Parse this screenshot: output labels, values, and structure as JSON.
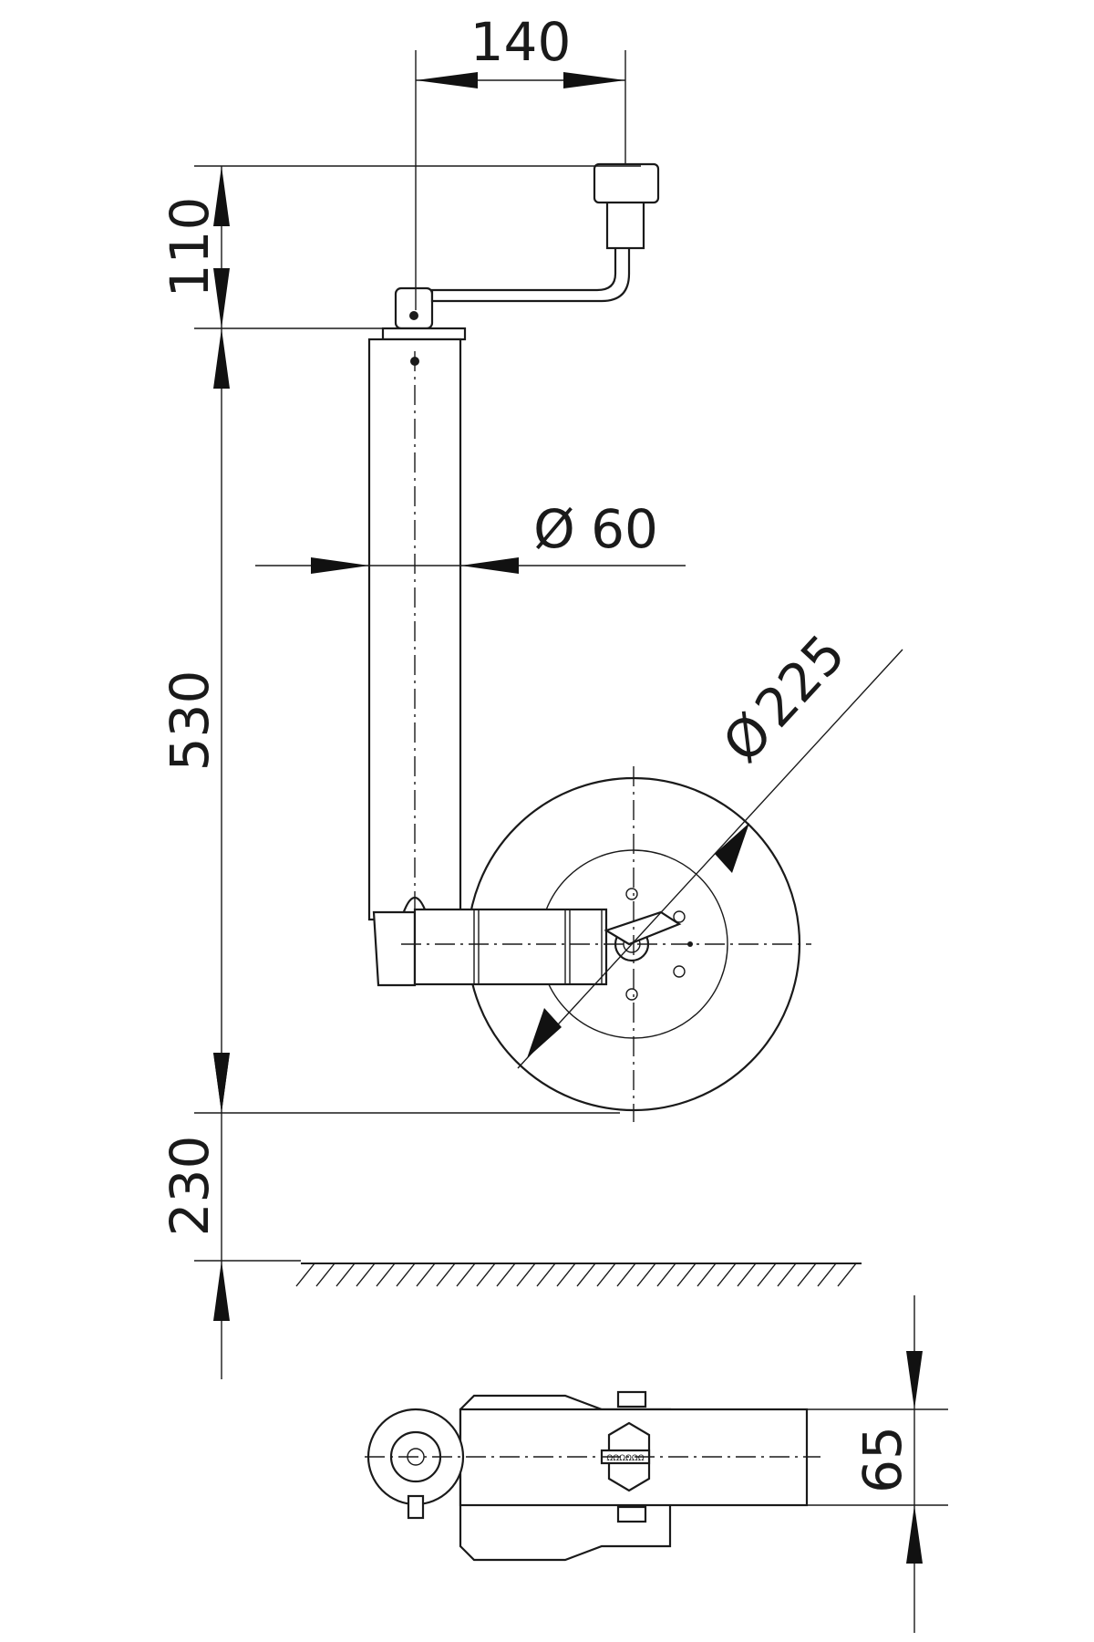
{
  "drawing": {
    "dimensions": {
      "crank_offset": "140",
      "crank_height": "110",
      "tube_length": "530",
      "tube_diameter": "60",
      "wheel_diameter": "225",
      "ground_clearance": "230",
      "wheel_width": "65"
    },
    "diameter_symbol": "Ø",
    "clamp_label": "ΩΩΩΩΩΩ"
  }
}
